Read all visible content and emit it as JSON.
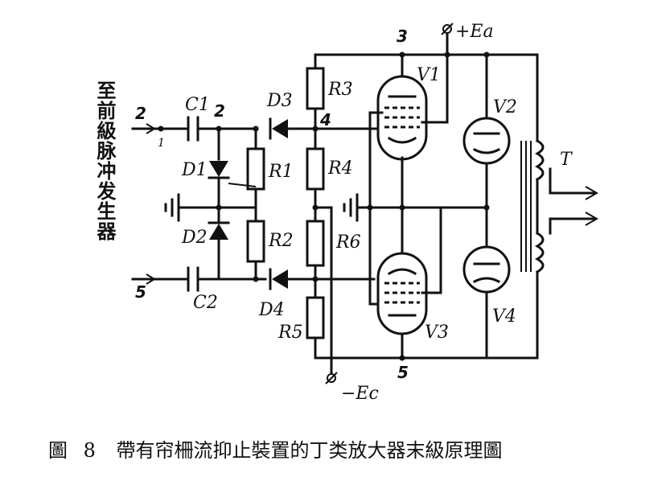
{
  "caption": {
    "figure_number": "圖 8",
    "text": "帶有帘柵流抑止裝置的丁类放大器末級原理圖"
  },
  "side_label": "至前級脉冲发生器",
  "labels": {
    "C1": "C1",
    "C2": "C2",
    "D1": "D1",
    "D2": "D2",
    "D3": "D3",
    "D4": "D4",
    "R1": "R1",
    "R2": "R2",
    "R3": "R3",
    "R4": "R4",
    "R5": "R5",
    "R6": "R6",
    "V1": "V1",
    "V2": "V2",
    "V3": "V3",
    "V4": "V4",
    "T": "T",
    "Ea": "+Ea",
    "Ec": "−Ec",
    "n1": "1",
    "n2": "2",
    "n3": "3",
    "n4": "4",
    "n5": "5",
    "in_top": "2",
    "in_bot": "5"
  }
}
